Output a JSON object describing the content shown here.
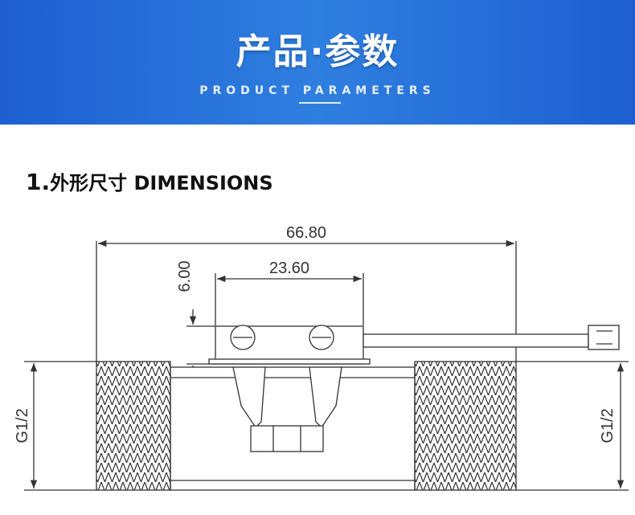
{
  "banner": {
    "title": "产品·参数",
    "subtitle": "PRODUCT PARAMETERS"
  },
  "section": {
    "number": "1.",
    "title": "外形尺寸 DIMENSIONS"
  },
  "drawing": {
    "overall_length": "66.80",
    "sensor_width": "23.60",
    "sensor_height": "6.00",
    "thread_left": "G1/2",
    "thread_right": "G1/2"
  },
  "colors": {
    "banner_start": "#1d5fd1",
    "banner_mid": "#2f7fe0",
    "line": "#333333"
  }
}
